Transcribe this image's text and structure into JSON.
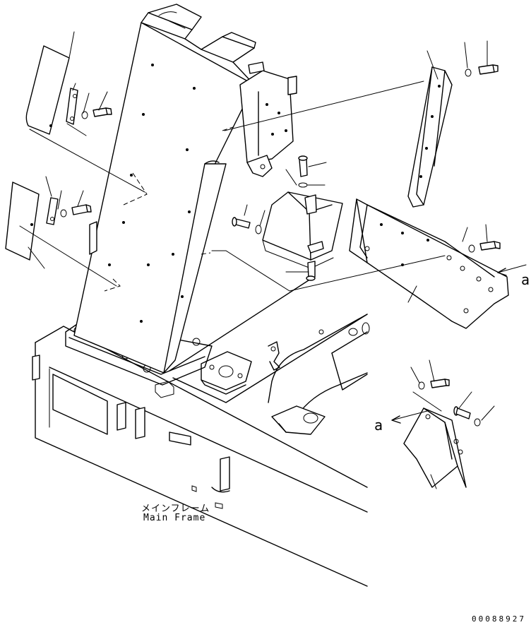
{
  "labels": {
    "ref_a_right": "a",
    "ref_a_lower": "a",
    "main_frame_jp": "メインフレーム",
    "main_frame_en": "Main Frame",
    "drawing_code": "00088927"
  }
}
